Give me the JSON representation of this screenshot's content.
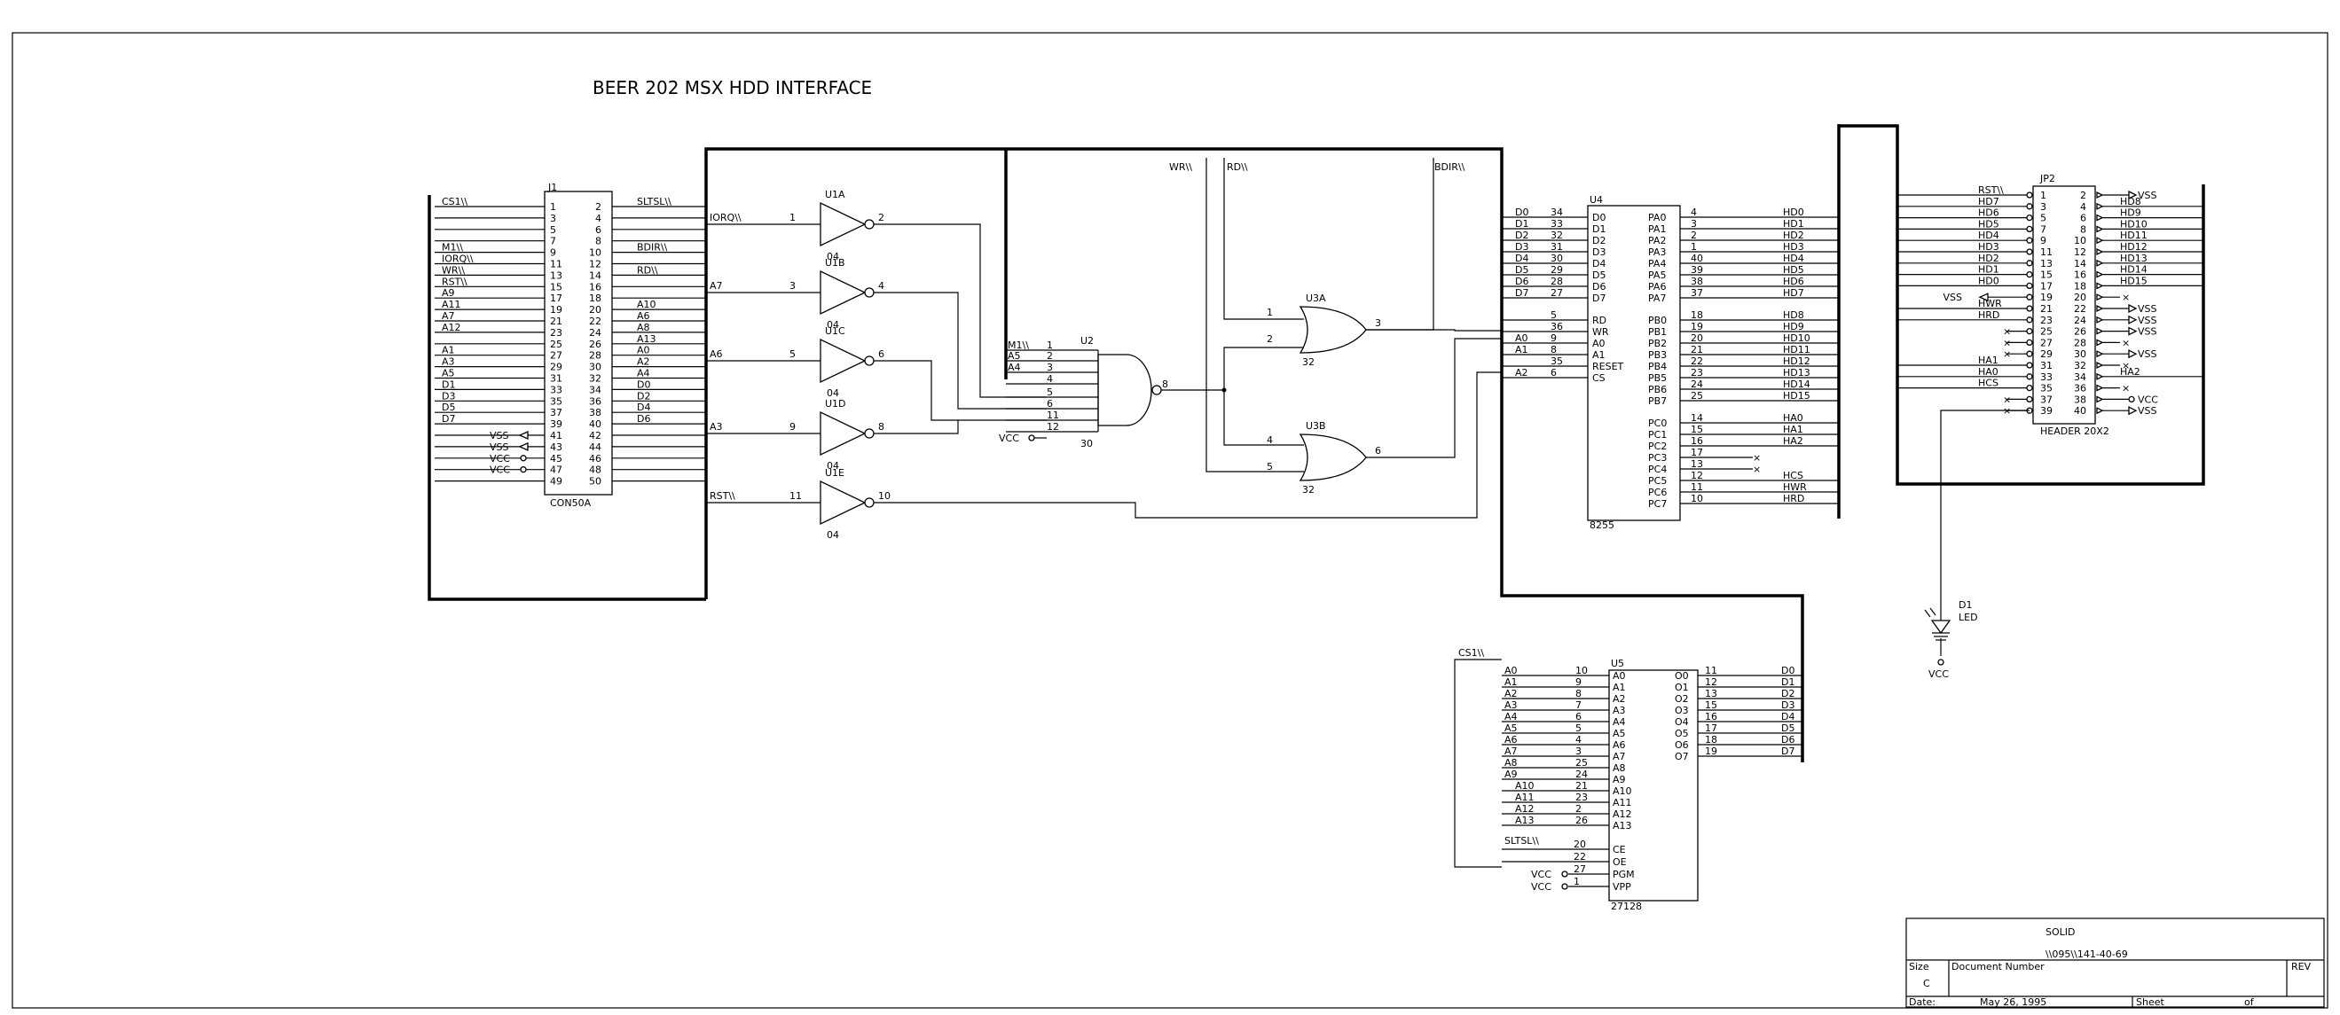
{
  "title": "BEER 202  MSX HDD INTERFACE",
  "j1": {
    "ref": "J1",
    "name": "CON50A",
    "rows": [
      [
        "CS1\\\\",
        "1",
        "2",
        "SLTSL\\\\"
      ],
      [
        "",
        "3",
        "4",
        ""
      ],
      [
        "",
        "5",
        "6",
        ""
      ],
      [
        "",
        "7",
        "8",
        ""
      ],
      [
        "M1\\\\",
        "9",
        "10",
        "BDIR\\\\"
      ],
      [
        "IORQ\\\\",
        "11",
        "12",
        ""
      ],
      [
        "WR\\\\",
        "13",
        "14",
        "RD\\\\"
      ],
      [
        "RST\\\\",
        "15",
        "16",
        ""
      ],
      [
        "A9",
        "17",
        "18",
        ""
      ],
      [
        "A11",
        "19",
        "20",
        "A10"
      ],
      [
        "A7",
        "21",
        "22",
        "A6"
      ],
      [
        "A12",
        "23",
        "24",
        "A8"
      ],
      [
        "",
        "25",
        "26",
        "A13"
      ],
      [
        "A1",
        "27",
        "28",
        "A0"
      ],
      [
        "A3",
        "29",
        "30",
        "A2"
      ],
      [
        "A5",
        "31",
        "32",
        "A4"
      ],
      [
        "D1",
        "33",
        "34",
        "D0"
      ],
      [
        "D3",
        "35",
        "36",
        "D2"
      ],
      [
        "D5",
        "37",
        "38",
        "D4"
      ],
      [
        "D7",
        "39",
        "40",
        "D6"
      ],
      [
        "VSS",
        "41",
        "42",
        ""
      ],
      [
        "VSS",
        "43",
        "44",
        ""
      ],
      [
        "VCC",
        "45",
        "46",
        ""
      ],
      [
        "VCC",
        "47",
        "48",
        ""
      ],
      [
        "",
        "49",
        "50",
        ""
      ]
    ]
  },
  "u1": [
    {
      "ref": "U1A",
      "type": "04",
      "inNet": "IORQ\\\\",
      "inPin": "1",
      "outPin": "2"
    },
    {
      "ref": "U1B",
      "type": "04",
      "inNet": "A7",
      "inPin": "3",
      "outPin": "4"
    },
    {
      "ref": "U1C",
      "type": "04",
      "inNet": "A6",
      "inPin": "5",
      "outPin": "6"
    },
    {
      "ref": "U1D",
      "type": "04",
      "inNet": "A3",
      "inPin": "9",
      "outPin": "8"
    },
    {
      "ref": "U1E",
      "type": "04",
      "inNet": "RST\\\\",
      "inPin": "11",
      "outPin": "10"
    }
  ],
  "u2": {
    "ref": "U2",
    "inputs": [
      {
        "net": "M1\\\\",
        "pin": "1"
      },
      {
        "net": "A5",
        "pin": "2"
      },
      {
        "net": "A4",
        "pin": "3"
      },
      {
        "net": "",
        "pin": "4"
      },
      {
        "net": "",
        "pin": "5"
      },
      {
        "net": "",
        "pin": "6"
      },
      {
        "net": "",
        "pin": "11"
      },
      {
        "net": "",
        "pin": "12"
      }
    ],
    "outPin": "8",
    "vcc": "VCC",
    "extra": "30"
  },
  "u3": [
    {
      "ref": "U3A",
      "type": "32",
      "in1": "1",
      "in2": "2",
      "out": "3"
    },
    {
      "ref": "U3B",
      "type": "32",
      "in1": "4",
      "in2": "5",
      "out": "6"
    }
  ],
  "bus_labels": {
    "wr": "WR\\\\",
    "rd": "RD\\\\",
    "bdir": "BDIR\\\\"
  },
  "u4": {
    "ref": "U4",
    "name": "8255",
    "left": [
      {
        "net": "D0",
        "pin": "34",
        "sig": "D0"
      },
      {
        "net": "D1",
        "pin": "33",
        "sig": "D1"
      },
      {
        "net": "D2",
        "pin": "32",
        "sig": "D2"
      },
      {
        "net": "D3",
        "pin": "31",
        "sig": "D3"
      },
      {
        "net": "D4",
        "pin": "30",
        "sig": "D4"
      },
      {
        "net": "D5",
        "pin": "29",
        "sig": "D5"
      },
      {
        "net": "D6",
        "pin": "28",
        "sig": "D6"
      },
      {
        "net": "D7",
        "pin": "27",
        "sig": "D7"
      },
      {
        "net": "",
        "pin": "5",
        "sig": "RD"
      },
      {
        "net": "",
        "pin": "36",
        "sig": "WR"
      },
      {
        "net": "A0",
        "pin": "9",
        "sig": "A0"
      },
      {
        "net": "A1",
        "pin": "8",
        "sig": "A1"
      },
      {
        "net": "",
        "pin": "35",
        "sig": "RESET"
      },
      {
        "net": "A2",
        "pin": "6",
        "sig": "CS"
      }
    ],
    "right": [
      {
        "sig": "PA0",
        "pin": "4",
        "net": "HD0"
      },
      {
        "sig": "PA1",
        "pin": "3",
        "net": "HD1"
      },
      {
        "sig": "PA2",
        "pin": "2",
        "net": "HD2"
      },
      {
        "sig": "PA3",
        "pin": "1",
        "net": "HD3"
      },
      {
        "sig": "PA4",
        "pin": "40",
        "net": "HD4"
      },
      {
        "sig": "PA5",
        "pin": "39",
        "net": "HD5"
      },
      {
        "sig": "PA6",
        "pin": "38",
        "net": "HD6"
      },
      {
        "sig": "PA7",
        "pin": "37",
        "net": "HD7"
      },
      {
        "sig": "PB0",
        "pin": "18",
        "net": "HD8"
      },
      {
        "sig": "PB1",
        "pin": "19",
        "net": "HD9"
      },
      {
        "sig": "PB2",
        "pin": "20",
        "net": "HD10"
      },
      {
        "sig": "PB3",
        "pin": "21",
        "net": "HD11"
      },
      {
        "sig": "PB4",
        "pin": "22",
        "net": "HD12"
      },
      {
        "sig": "PB5",
        "pin": "23",
        "net": "HD13"
      },
      {
        "sig": "PB6",
        "pin": "24",
        "net": "HD14"
      },
      {
        "sig": "PB7",
        "pin": "25",
        "net": "HD15"
      },
      {
        "sig": "PC0",
        "pin": "14",
        "net": "HA0"
      },
      {
        "sig": "PC1",
        "pin": "15",
        "net": "HA1"
      },
      {
        "sig": "PC2",
        "pin": "16",
        "net": "HA2"
      },
      {
        "sig": "PC3",
        "pin": "17",
        "net": ""
      },
      {
        "sig": "PC4",
        "pin": "13",
        "net": ""
      },
      {
        "sig": "PC5",
        "pin": "12",
        "net": "HCS"
      },
      {
        "sig": "PC6",
        "pin": "11",
        "net": "HWR"
      },
      {
        "sig": "PC7",
        "pin": "10",
        "net": "HRD"
      }
    ]
  },
  "u5": {
    "ref": "U5",
    "name": "27128",
    "cs_net": "CS1\\\\",
    "addr": [
      {
        "net": "A0",
        "pin": "10",
        "sig": "A0"
      },
      {
        "net": "A1",
        "pin": "9",
        "sig": "A1"
      },
      {
        "net": "A2",
        "pin": "8",
        "sig": "A2"
      },
      {
        "net": "A3",
        "pin": "7",
        "sig": "A3"
      },
      {
        "net": "A4",
        "pin": "6",
        "sig": "A4"
      },
      {
        "net": "A5",
        "pin": "5",
        "sig": "A5"
      },
      {
        "net": "A6",
        "pin": "4",
        "sig": "A6"
      },
      {
        "net": "A7",
        "pin": "3",
        "sig": "A7"
      },
      {
        "net": "A8",
        "pin": "25",
        "sig": "A8"
      },
      {
        "net": "A9",
        "pin": "24",
        "sig": "A9"
      },
      {
        "net": "A10",
        "pin": "21",
        "sig": "A10"
      },
      {
        "net": "A11",
        "pin": "23",
        "sig": "A11"
      },
      {
        "net": "A12",
        "pin": "2",
        "sig": "A12"
      },
      {
        "net": "A13",
        "pin": "26",
        "sig": "A13"
      }
    ],
    "ctrl": [
      {
        "net": "SLTSL\\\\",
        "pin": "20",
        "sig": "CE"
      },
      {
        "net": "",
        "pin": "22",
        "sig": "OE"
      },
      {
        "net": "VCC",
        "pin": "27",
        "sig": "PGM"
      },
      {
        "net": "VCC",
        "pin": "1",
        "sig": "VPP"
      }
    ],
    "data": [
      {
        "sig": "O0",
        "pin": "11",
        "net": "D0"
      },
      {
        "sig": "O1",
        "pin": "12",
        "net": "D1"
      },
      {
        "sig": "O2",
        "pin": "13",
        "net": "D2"
      },
      {
        "sig": "O3",
        "pin": "15",
        "net": "D3"
      },
      {
        "sig": "O4",
        "pin": "16",
        "net": "D4"
      },
      {
        "sig": "O5",
        "pin": "17",
        "net": "D5"
      },
      {
        "sig": "O6",
        "pin": "18",
        "net": "D6"
      },
      {
        "sig": "O7",
        "pin": "19",
        "net": "D7"
      }
    ]
  },
  "jp2": {
    "ref": "JP2",
    "name": "HEADER 20X2",
    "rows": [
      [
        "RST\\\\",
        "1",
        "2",
        "VSS"
      ],
      [
        "HD7",
        "3",
        "4",
        "HD8"
      ],
      [
        "HD6",
        "5",
        "6",
        "HD9"
      ],
      [
        "HD5",
        "7",
        "8",
        "HD10"
      ],
      [
        "HD4",
        "9",
        "10",
        "HD11"
      ],
      [
        "HD3",
        "11",
        "12",
        "HD12"
      ],
      [
        "HD2",
        "13",
        "14",
        "HD13"
      ],
      [
        "HD1",
        "15",
        "16",
        "HD14"
      ],
      [
        "HD0",
        "17",
        "18",
        "HD15"
      ],
      [
        "VSS",
        "19",
        "20",
        ""
      ],
      [
        "HWR",
        "21",
        "22",
        "VSS"
      ],
      [
        "HRD",
        "23",
        "24",
        "VSS"
      ],
      [
        "",
        "25",
        "26",
        "VSS"
      ],
      [
        "",
        "27",
        "28",
        ""
      ],
      [
        "",
        "29",
        "30",
        "VSS"
      ],
      [
        "HA1",
        "31",
        "32",
        ""
      ],
      [
        "HA0",
        "33",
        "34",
        "HA2"
      ],
      [
        "HCS",
        "35",
        "36",
        ""
      ],
      [
        "",
        "37",
        "38",
        "VCC"
      ],
      [
        "",
        "39",
        "40",
        "VSS"
      ]
    ]
  },
  "d1": {
    "ref": "D1",
    "name": "LED",
    "vcc": "VCC"
  },
  "titleblock": {
    "company": "SOLID",
    "path": "\\\\095\\\\141-40-69",
    "size_label": "Size",
    "size_val": "C",
    "doc_label": "Document Number",
    "rev_label": "REV",
    "date_label": "Date:",
    "date_val": "May 26, 1995",
    "sheet_label": "Sheet",
    "of_label": "of"
  }
}
